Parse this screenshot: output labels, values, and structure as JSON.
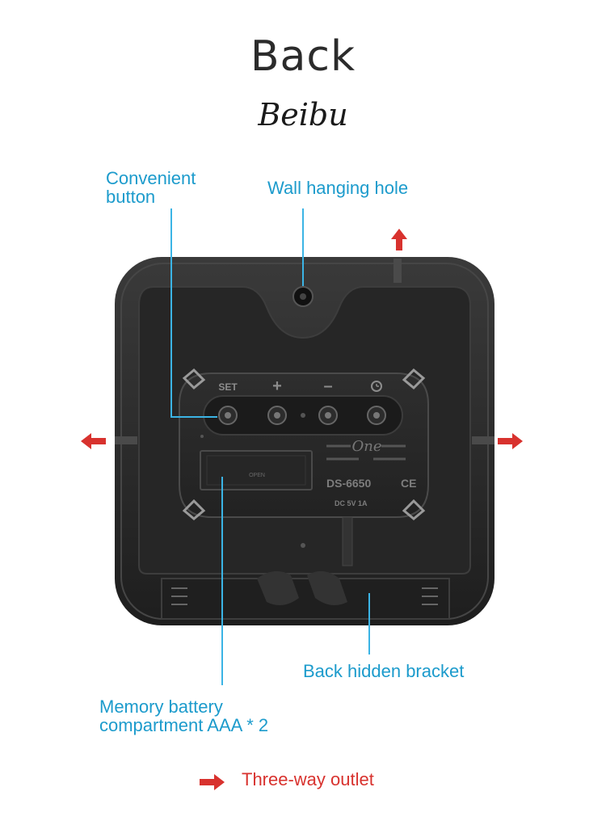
{
  "header": {
    "title": "Back",
    "brand": "Beibu"
  },
  "callouts": {
    "convenient_button": "Convenient button",
    "wall_hanging_hole": "Wall hanging hole",
    "back_hidden_bracket": "Back hidden bracket",
    "battery_line1": "Memory battery",
    "battery_line2": "compartment AAA * 2"
  },
  "device": {
    "buttons": [
      "SET",
      "+",
      "–"
    ],
    "model": "DS-6650",
    "power_rating": "DC 5V 1A",
    "battery_cover_label": "OPEN",
    "logo": "One"
  },
  "legend": {
    "text": "Three-way outlet"
  },
  "colors": {
    "callout": "#1c9bcc",
    "arrow": "#d8322e",
    "device_body": "#1f1f1f"
  }
}
